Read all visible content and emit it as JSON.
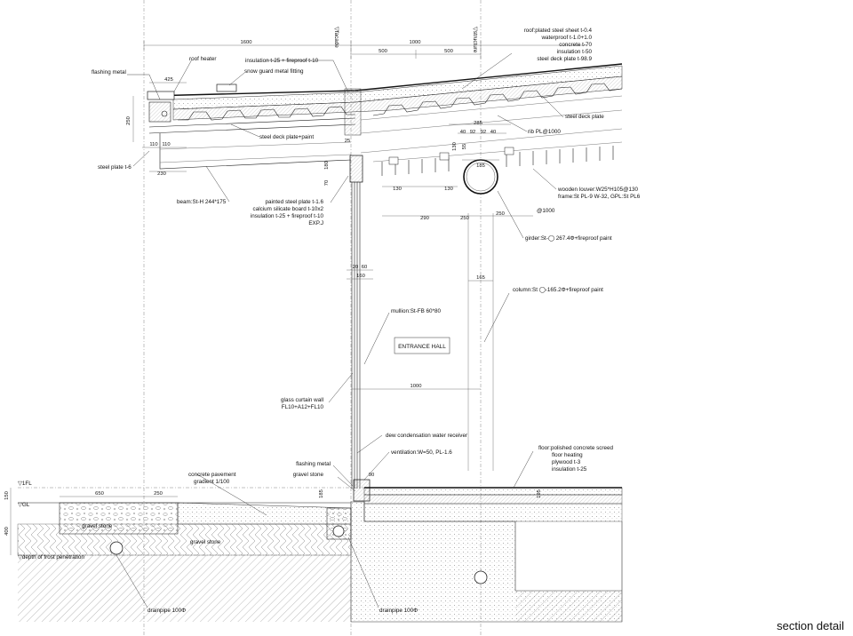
{
  "caption": "section detail",
  "axes": {
    "facade": "▽facade",
    "structure": "▽structure"
  },
  "levels": {
    "fl": "▽1FL",
    "gl": "▽GL",
    "frost": "▽depth of frost penetration"
  },
  "room": "ENTRANCE HALL",
  "dims": {
    "d1600": "1600",
    "d1000_top": "1000",
    "d500a": "500",
    "d500b": "500",
    "d425": "425",
    "d250": "250",
    "d110a": "110",
    "d110b": "110",
    "d230": "230",
    "d25": "25",
    "d70": "70",
    "d180": "180",
    "d20": "20",
    "d60": "60",
    "d160": "160",
    "d165": "165",
    "d1000_mid": "1000",
    "d130a": "130",
    "d130b": "130",
    "d290": "290",
    "d250b": "250",
    "d250c": "250",
    "at1000": "@1000",
    "d285": "285",
    "d40a": "40",
    "d92a": "92",
    "d92b": "92",
    "d40b": "40",
    "d185": "185",
    "d130c": "130",
    "d55": "55",
    "d650": "650",
    "d250d": "250",
    "d150": "150",
    "d400": "400",
    "d90": "90",
    "d185b": "185",
    "d195": "195"
  },
  "labels": {
    "roof_heater": "roof heater",
    "flashing_metal_top": "flashing metal",
    "insulation_top": "insulation t-25 + fireproof t-10",
    "snow_guard": "snow guard metal fitting",
    "steel_plate": "steel plate t-6",
    "steel_deck_paint": "steel deck plate+paint",
    "beam": "beam:St-H 244*175",
    "painted_steel": "painted steel plate t-1.6",
    "calcium": "calcium silicate board t-10x2",
    "insulation_mid": "insulation t-25 + fireproof t-10",
    "expj": "EXP.J",
    "roof1": "roof:plated steel sheet t-0.4",
    "roof2": "waterproof t-1.0+1.0",
    "roof3": "concrete t-70",
    "roof4": "insulation t-50",
    "roof5": "steel deck plate t-98.9",
    "steel_deck_plate": "steel deck plate",
    "rib": "rib PL@1000",
    "louver1": "wooden louver:W25*H105@130",
    "louver2": "frame:St PL-9 W-32, GPL:St PL6",
    "girder": "girder:St-◯ 267.4Φ+fireproof paint",
    "column": "column:St ◯-165.2Φ+fireproof paint",
    "mullion": "mullion:St-FB 60*80",
    "glass1": "glass curtain wall",
    "glass2": "FL10+A12+FL10",
    "dew": "dew condensation water receiver",
    "ventilation": "ventilation:W=50, PL-1.6",
    "flashing_metal_low": "flashing metal",
    "gravel_stone_low": "gravel stone",
    "floor1": "floor:polished concrete screed",
    "floor2": "floor heating",
    "floor3": "plywood t-3",
    "floor4": "insulation t-25",
    "pavement1": "concrete pavement",
    "pavement2": "gradient 1/100",
    "gravel_stone_a": "gravel stone",
    "gravel_stone_b": "gravel stone",
    "drainpipe_a": "drainpipe 100Φ",
    "drainpipe_b": "drainpipe 100Φ"
  }
}
